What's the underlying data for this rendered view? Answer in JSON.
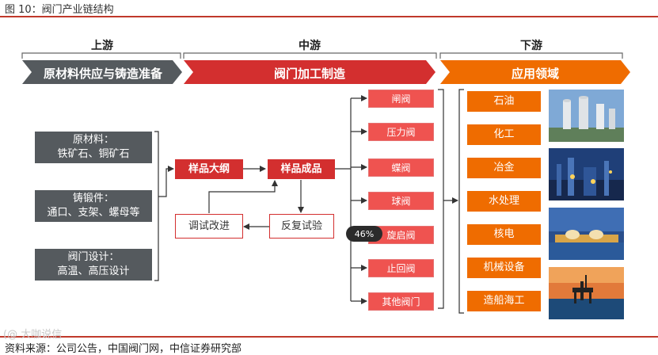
{
  "figure_title": "图 10：阀门产业链结构",
  "sections": {
    "upstream": {
      "label": "上游",
      "banner": "原材料供应与铸造准备"
    },
    "midstream": {
      "label": "中游",
      "banner": "阀门加工制造"
    },
    "downstream": {
      "label": "下游",
      "banner": "应用领域"
    }
  },
  "upstream_boxes": [
    {
      "line1": "原材料：",
      "line2": "铁矿石、铜矿石"
    },
    {
      "line1": "铸锻件：",
      "line2": "通口、支架、螺母等"
    },
    {
      "line1": "阀门设计：",
      "line2": "高温、高压设计"
    }
  ],
  "process": {
    "outline_sample": "样品大纲",
    "finished_sample": "样品成品",
    "adjust": "调试改进",
    "repeat_test": "反复试验"
  },
  "valve_types": [
    "闸阀",
    "压力阀",
    "蝶阀",
    "球阀",
    "旋启阀",
    "止回阀",
    "其他阀门"
  ],
  "applications": [
    "石油",
    "化工",
    "冶金",
    "水处理",
    "核电",
    "机械设备",
    "造船海工"
  ],
  "badge": "46%",
  "watermark": "(@ 大咖说信",
  "source_note": "资料来源：公司公告，中国阀门网，中信证券研究部",
  "colors": {
    "accent_red": "#d32f2f",
    "pink_box": "#ef5350",
    "orange": "#ef6c00",
    "gray": "#555a5e"
  }
}
